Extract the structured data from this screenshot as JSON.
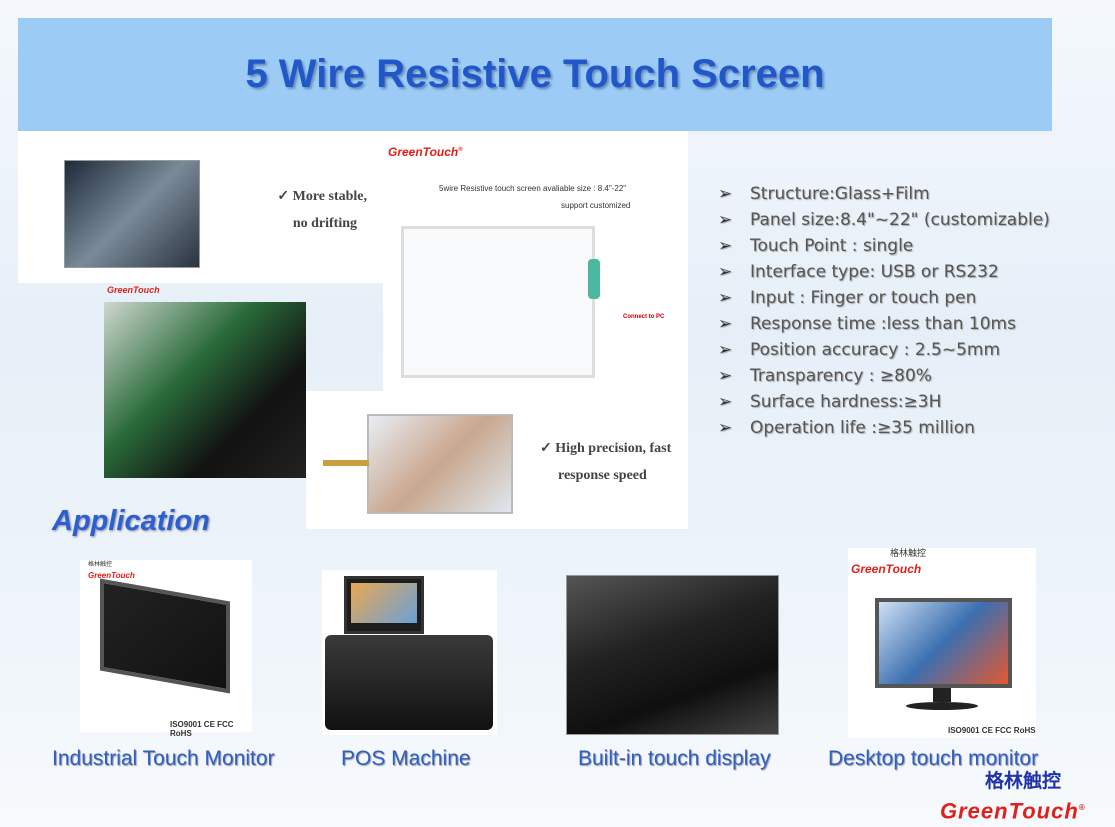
{
  "title": "5 Wire Resistive Touch Screen",
  "features_left": {
    "stable": [
      "✓  More stable,",
      "no drifting"
    ],
    "precision": [
      "✓  High precision, fast",
      "response speed"
    ]
  },
  "brand": "GreenTouch",
  "brand_reg": "®",
  "brand_cn": "格林触控",
  "center_panel": {
    "caption": "5wire Resistive touch screen avaliable size : 8.4\"-22\"",
    "sub": "support customized",
    "connector_label": "Connect to PC"
  },
  "specs": [
    "Structure:Glass+Film",
    "Panel size:8.4\"~22\" (customizable)",
    "Touch Point : single",
    "Interface type: USB or RS232",
    "Input : Finger or touch pen",
    "Response time :less than 10ms",
    "Position accuracy : 2.5~5mm",
    "Transparency : ≥80%",
    "Surface hardness:≥3H",
    "Operation life :≥35 million"
  ],
  "bullet_icon": "arrowhead-right-icon",
  "application_heading": "Application",
  "applications": [
    {
      "label": "Industrial Touch Monitor"
    },
    {
      "label": "POS Machine"
    },
    {
      "label": "Built-in touch display"
    },
    {
      "label": "Desktop touch monitor"
    }
  ],
  "cert": "ISO9001 CE FCC RoHS",
  "colors": {
    "banner": "#9ccbf6",
    "title": "#2257c9",
    "brand": "#e0201a",
    "caption": "#2e5fc2"
  }
}
